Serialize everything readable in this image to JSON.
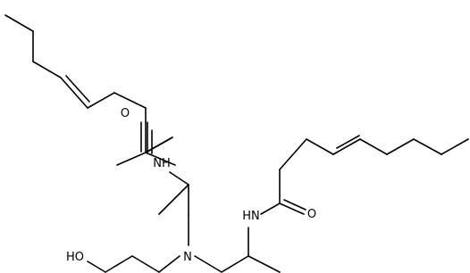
{
  "molecule": {
    "atoms": {
      "oxygen_upper": "O",
      "amide_nh_upper": "NH",
      "amide_nh_lower": "HN",
      "oxygen_lower": "O",
      "amine_n": "N",
      "hydroxyl": "HO"
    }
  }
}
